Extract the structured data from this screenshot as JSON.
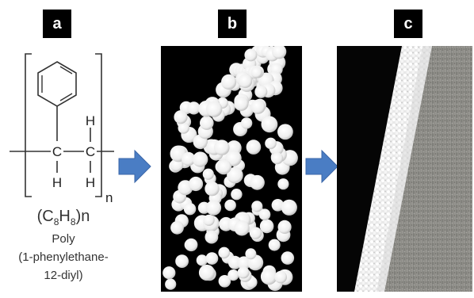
{
  "panels": {
    "a": {
      "label": "a"
    },
    "b": {
      "label": "b"
    },
    "c": {
      "label": "c"
    }
  },
  "structure": {
    "atom_c1": "C",
    "atom_c2": "C",
    "atom_h_top": "H",
    "atom_h_left": "H",
    "atom_h_bottom": "H",
    "subscript_n": "n"
  },
  "formula": {
    "open_paren": "(C",
    "c_sub": "8",
    "h_letter": "H",
    "h_sub": "8",
    "close_paren_n": ")n",
    "name_line1": "Poly",
    "name_line2": "(1-phenylethane-",
    "name_line3": "12-diyl)"
  },
  "colors": {
    "arrow": "#4a7dc4",
    "arrow_dark": "#3a66a8"
  }
}
